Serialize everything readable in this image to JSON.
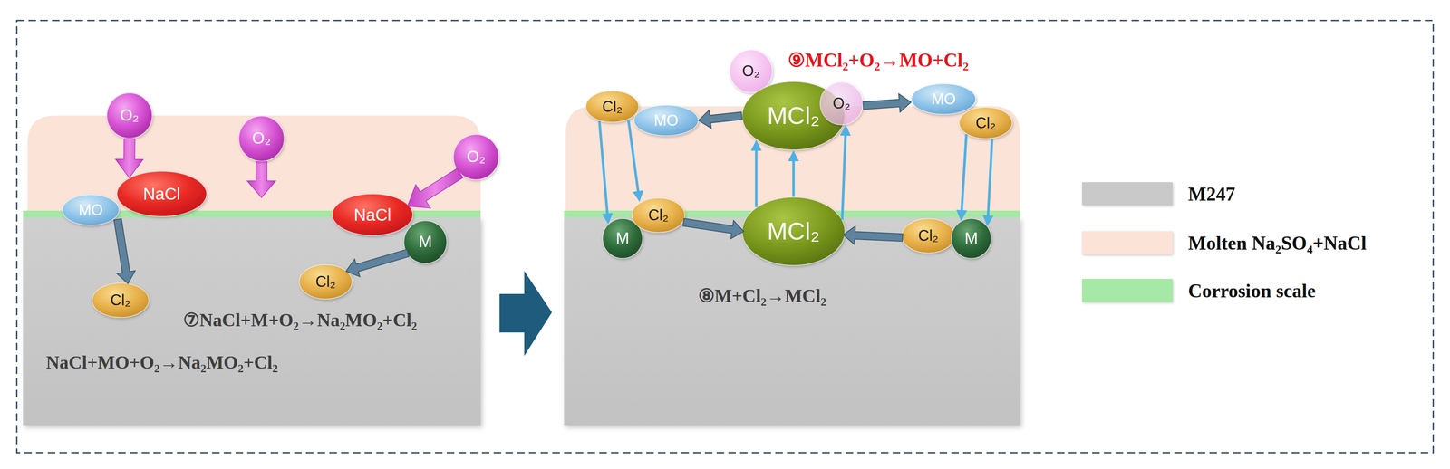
{
  "diagram": {
    "nodes": [
      {
        "text": [
          "O₂"
        ]
      },
      {
        "text": [
          "O₂"
        ]
      },
      {
        "text": [
          "O₂"
        ]
      },
      {
        "text": [
          "MO"
        ]
      },
      {
        "text": [
          "NaCl"
        ]
      },
      {
        "text": [
          "NaCl"
        ]
      },
      {
        "text": [
          "M"
        ]
      },
      {
        "text": [
          "Cl₂"
        ]
      },
      {
        "text": [
          "Cl₂"
        ]
      },
      {
        "text": [
          "O₂"
        ]
      },
      {
        "text": [
          "Cl₂"
        ]
      },
      {
        "text": [
          "MO"
        ]
      },
      {
        "text": [
          "MCl₂"
        ]
      },
      {
        "text": [
          "O₂"
        ]
      },
      {
        "text": [
          "MO"
        ]
      },
      {
        "text": [
          "Cl₂"
        ]
      },
      {
        "text": [
          "M"
        ]
      },
      {
        "text": [
          "Cl₂"
        ]
      },
      {
        "text": [
          "MCl₂"
        ]
      },
      {
        "text": [
          "Cl₂"
        ]
      },
      {
        "text": [
          "M"
        ]
      }
    ],
    "edges": [
      {
        "from": 0,
        "to": 4,
        "arrow": "to"
      },
      {
        "from": 2,
        "to": 5,
        "arrow": "to"
      },
      {
        "from": 3,
        "to": 7,
        "arrow": "to"
      },
      {
        "from": 6,
        "to": 8,
        "arrow": "to"
      },
      {
        "from": 10,
        "to": 16,
        "arrow": "to"
      },
      {
        "from": 10,
        "to": 17,
        "arrow": "to"
      },
      {
        "from": 17,
        "to": 18,
        "arrow": "to"
      },
      {
        "from": 19,
        "to": 18,
        "arrow": "to"
      },
      {
        "from": 18,
        "to": 12,
        "arrow": "to"
      },
      {
        "from": 18,
        "to": 12,
        "arrow": "to"
      },
      {
        "from": 18,
        "to": 13,
        "arrow": "to"
      },
      {
        "from": 12,
        "to": 11,
        "arrow": "to"
      },
      {
        "from": 13,
        "to": 14,
        "arrow": "to"
      },
      {
        "from": 15,
        "to": 20,
        "arrow": "to"
      },
      {
        "from": 15,
        "to": 20,
        "arrow": "to"
      }
    ],
    "labels": [
      "⑦NaCl+M+O₂→Na₂MO₂+Cl₂",
      "NaCl+MO+O₂→Na₂MO₂+Cl₂",
      "⑨MCl₂+O₂→MO+Cl₂",
      "⑧M+Cl₂→MCl₂"
    ],
    "legend": [
      {
        "text": "M247",
        "color": "#c9c9c9"
      },
      {
        "text": "Molten Na₂SO₄+NaCl",
        "color": "#fbe3d8"
      },
      {
        "text": "Corrosion scale",
        "color": "#a6e8a6"
      }
    ]
  }
}
